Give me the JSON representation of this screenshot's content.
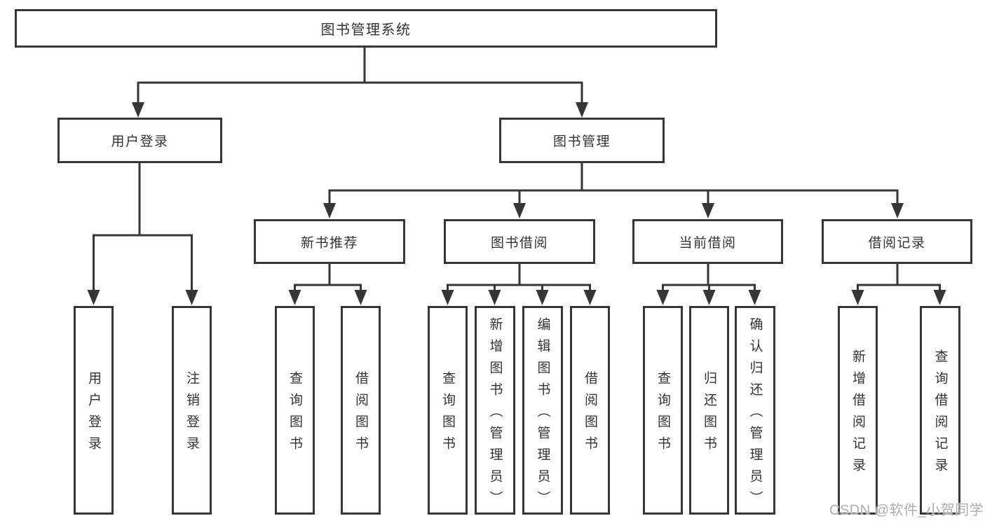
{
  "diagram": {
    "colors": {
      "line": "#363636",
      "border": "#363636",
      "text": "#333333",
      "watermark": "#aeaeae",
      "background": "#ffffff"
    },
    "tree": {
      "label": "图书管理系统",
      "children": [
        {
          "label": "用户登录",
          "children": [
            {
              "label": "用户登录"
            },
            {
              "label": "注销登录"
            }
          ]
        },
        {
          "label": "图书管理",
          "children": [
            {
              "label": "新书推荐",
              "children": [
                {
                  "label": "查询图书"
                },
                {
                  "label": "借阅图书"
                }
              ]
            },
            {
              "label": "图书借阅",
              "children": [
                {
                  "label": "查询图书"
                },
                {
                  "label": "新增图书（管理员）"
                },
                {
                  "label": "编辑图书（管理员）"
                },
                {
                  "label": "借阅图书"
                }
              ]
            },
            {
              "label": "当前借阅",
              "children": [
                {
                  "label": "查询图书"
                },
                {
                  "label": "归还图书"
                },
                {
                  "label": "确认归还（管理员）"
                }
              ]
            },
            {
              "label": "借阅记录",
              "children": [
                {
                  "label": "新增借阅记录"
                },
                {
                  "label": "查询借阅记录"
                }
              ]
            }
          ]
        }
      ]
    },
    "watermark": {
      "text": "CSDN @软件_小贺同学"
    }
  }
}
